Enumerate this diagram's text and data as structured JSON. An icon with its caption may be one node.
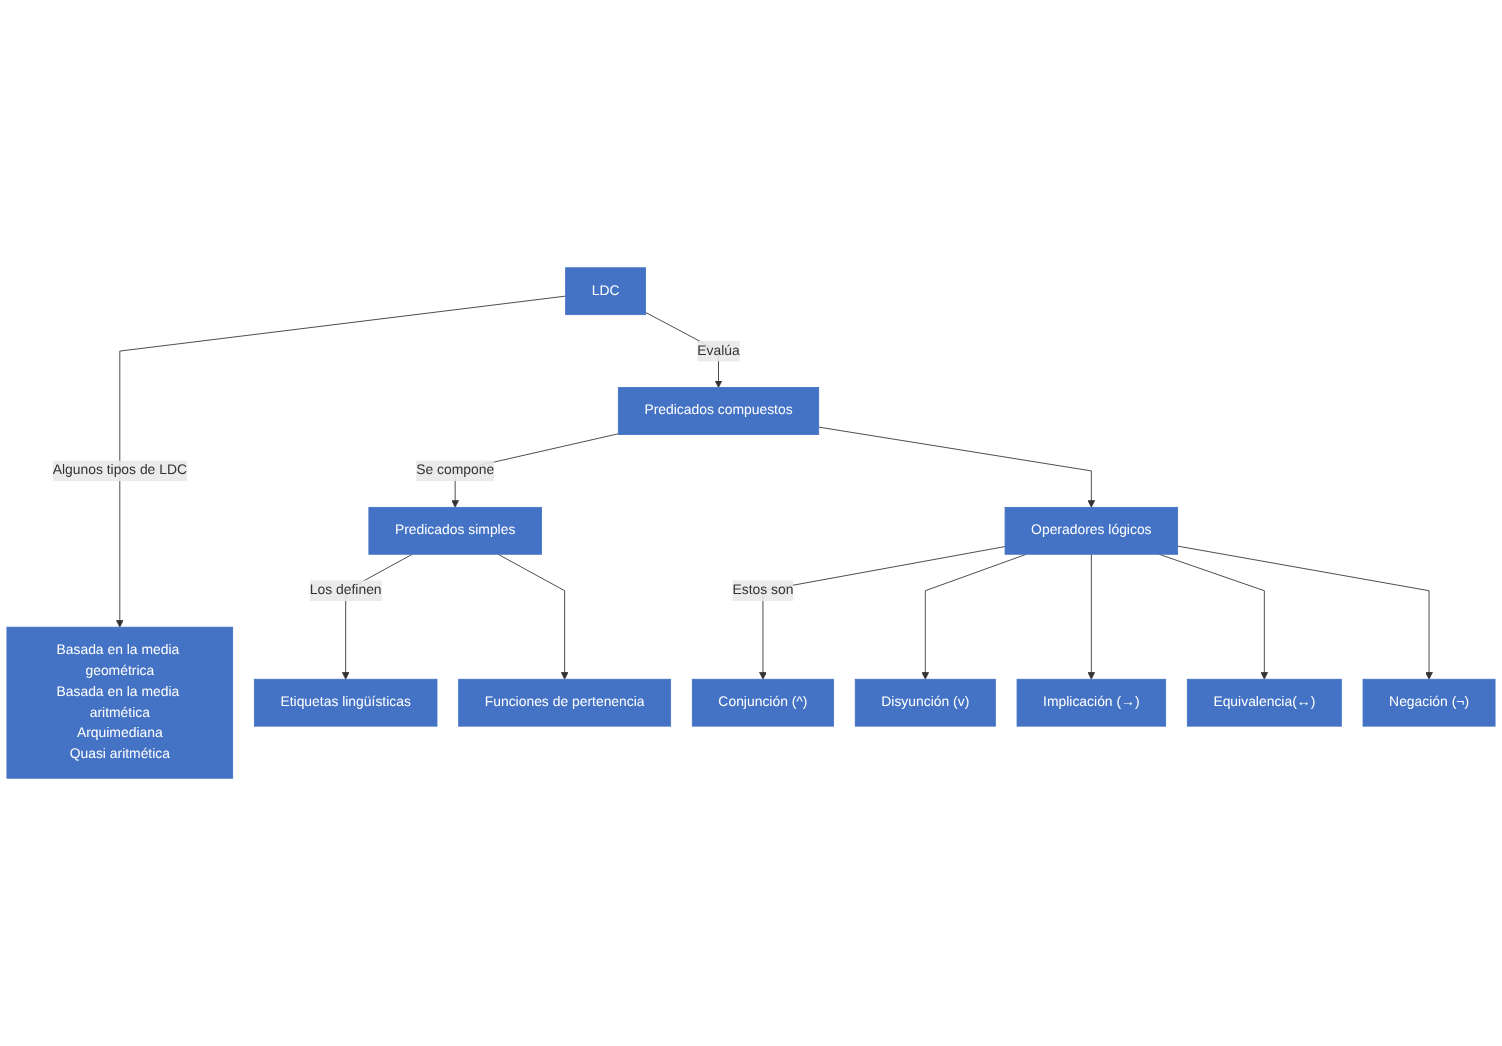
{
  "diagram": {
    "nodes": [
      {
        "text": [
          "LDC"
        ]
      },
      {
        "text": [
          "Basada en la media geométrica",
          "Basada en la media aritmética",
          "Arquimediana",
          "Quasi aritmética"
        ]
      },
      {
        "text": [
          "Predicados compuestos"
        ]
      },
      {
        "text": [
          "Predicados simples"
        ]
      },
      {
        "text": [
          "Operadores lógicos"
        ]
      },
      {
        "text": [
          "Etiquetas lingüísticas"
        ]
      },
      {
        "text": [
          "Funciones de pertenencia"
        ]
      },
      {
        "text": [
          "Conjunción (^)"
        ]
      },
      {
        "text": [
          "Disyunción (v)"
        ]
      },
      {
        "text": [
          "Implicación (→)"
        ]
      },
      {
        "text": [
          "Equivalencia(↔)"
        ]
      },
      {
        "text": [
          "Negación (¬)"
        ]
      }
    ],
    "edges": [
      {
        "from": 0,
        "to": 1,
        "arrow": "to",
        "label": "Algunos tipos de LDC"
      },
      {
        "from": 0,
        "to": 2,
        "arrow": "to",
        "label": "Evalúa"
      },
      {
        "from": 2,
        "to": 3,
        "arrow": "to",
        "label": "Se compone"
      },
      {
        "from": 2,
        "to": 4,
        "arrow": "to"
      },
      {
        "from": 3,
        "to": 5,
        "arrow": "to",
        "label": "Los definen"
      },
      {
        "from": 3,
        "to": 6,
        "arrow": "to"
      },
      {
        "from": 4,
        "to": 7,
        "arrow": "to",
        "label": "Estos son"
      },
      {
        "from": 4,
        "to": 8,
        "arrow": "to"
      },
      {
        "from": 4,
        "to": 9,
        "arrow": "to"
      },
      {
        "from": 4,
        "to": 10,
        "arrow": "to"
      },
      {
        "from": 4,
        "to": 11,
        "arrow": "to"
      }
    ]
  }
}
